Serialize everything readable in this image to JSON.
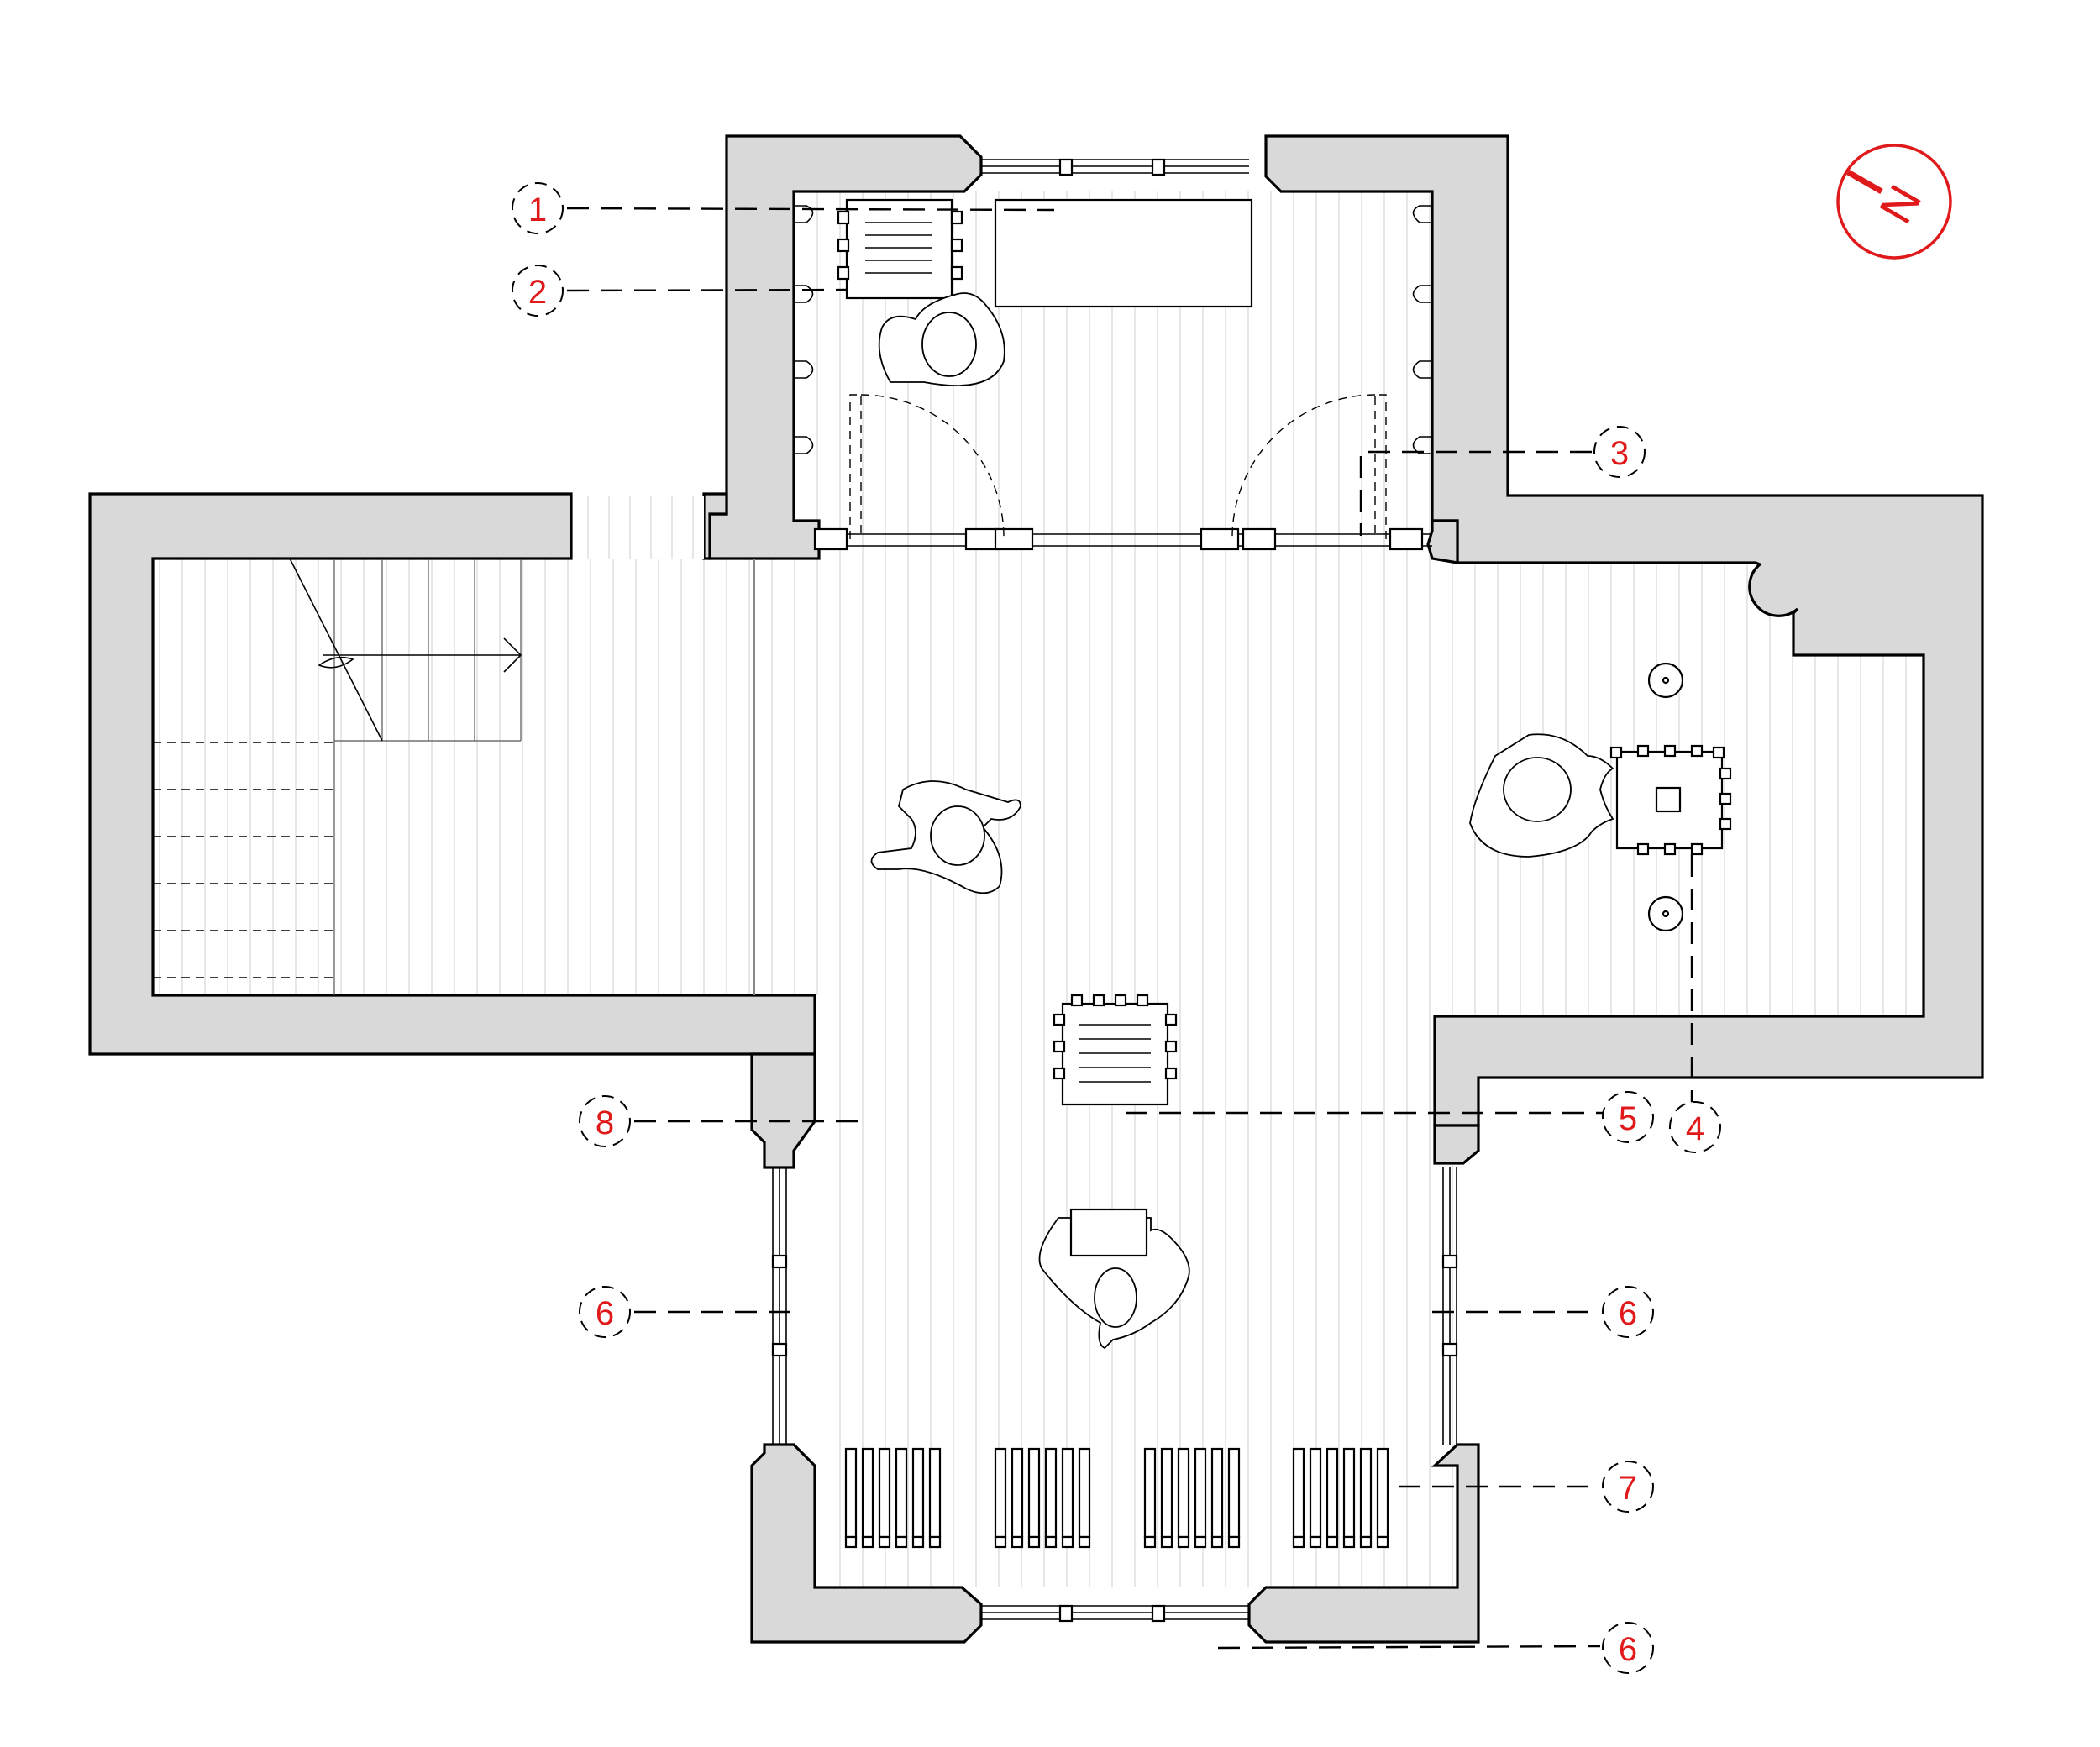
{
  "drawing": {
    "type": "architectural floor plan",
    "north_arrow": {
      "label": "N",
      "color": "#e0191b"
    },
    "callout_color": "#e0191b",
    "callouts": [
      {
        "id": "c1",
        "number": "1"
      },
      {
        "id": "c2",
        "number": "2"
      },
      {
        "id": "c3",
        "number": "3"
      },
      {
        "id": "c4",
        "number": "4"
      },
      {
        "id": "c5",
        "number": "5"
      },
      {
        "id": "c6a",
        "number": "6"
      },
      {
        "id": "c6b",
        "number": "6"
      },
      {
        "id": "c6c",
        "number": "6"
      },
      {
        "id": "c7",
        "number": "7"
      },
      {
        "id": "c8",
        "number": "8"
      }
    ]
  }
}
